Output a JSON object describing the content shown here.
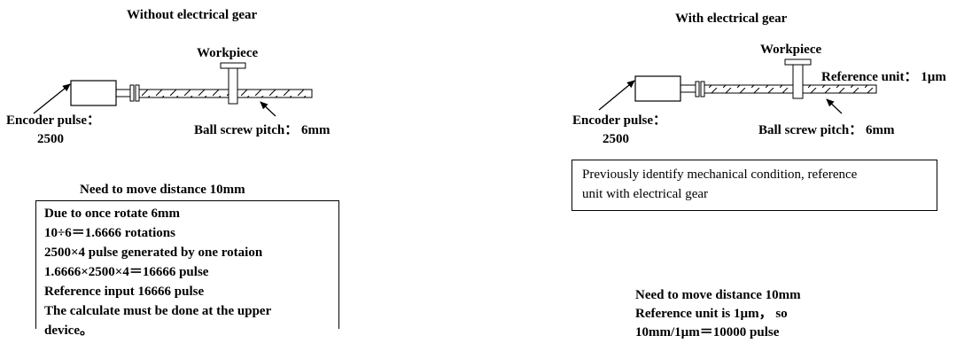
{
  "left": {
    "title": "Without electrical gear",
    "workpiece_label": "Workpiece",
    "encoder_label_1": "Encoder pulse：",
    "encoder_label_2": "2500",
    "pitch_label": "Ball screw pitch： 6mm",
    "move_title": "Need to move distance 10mm",
    "calc_lines": [
      "Due to once rotate 6mm",
      "10÷6＝1.6666 rotations",
      "2500×4 pulse generated by one rotaion",
      "1.6666×2500×4＝16666 pulse",
      "Reference input 16666 pulse",
      "The calculate must be done at the upper",
      "device。"
    ]
  },
  "right": {
    "title": "With electrical gear",
    "workpiece_label": "Workpiece",
    "reference_unit_label": "Reference unit： 1µm",
    "encoder_label_1": "Encoder pulse：",
    "encoder_label_2": "2500",
    "pitch_label": "Ball screw pitch： 6mm",
    "note_lines": [
      "Previously identify mechanical condition, reference",
      "unit with electrical gear"
    ],
    "result_lines": [
      "Need to move distance 10mm",
      "Reference unit is 1µm， so",
      "10mm/1µm＝10000 pulse"
    ]
  }
}
